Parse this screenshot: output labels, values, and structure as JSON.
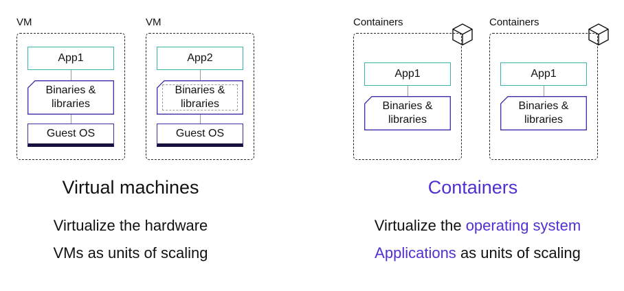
{
  "colors": {
    "accent": "#5030d0",
    "app_border": "#38b5a8",
    "binaries_border": "#3b2ba6",
    "guest_os_bar": "#1a1040"
  },
  "left": {
    "vm1": {
      "label": "VM",
      "app": "App1",
      "binaries": [
        "Binaries &",
        "libraries"
      ],
      "os": "Guest OS"
    },
    "vm2": {
      "label": "VM",
      "app": "App2",
      "binaries": [
        "Binaries &",
        "libraries"
      ],
      "os": "Guest OS"
    },
    "title": "Virtual machines",
    "line1": "Virtualize the hardware",
    "line2": "VMs as units of scaling"
  },
  "right": {
    "c1": {
      "label": "Containers",
      "icon": "cube-icon",
      "app": "App1",
      "binaries": [
        "Binaries &",
        "libraries"
      ]
    },
    "c2": {
      "label": "Containers",
      "icon": "cube-icon",
      "app": "App1",
      "binaries": [
        "Binaries &",
        "libraries"
      ]
    },
    "title": "Containers",
    "line1_plain": "Virtualize the",
    "line1_highlight": "operating system",
    "line2_highlight": "Applications",
    "line2_plain": "as units of scaling"
  }
}
